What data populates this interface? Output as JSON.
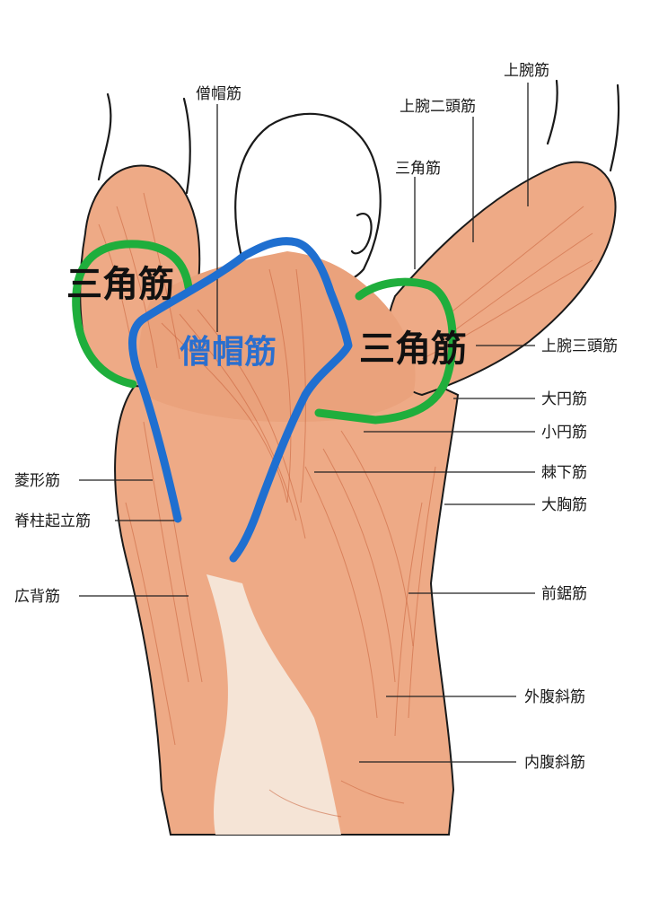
{
  "labels": {
    "jouwankin": "上腕筋",
    "jouwan_nitoukin": "上腕二頭筋",
    "soubouki_top": "僧帽筋",
    "sankakukin_top": "三角筋",
    "jouwan_santoukin": "上腕三頭筋",
    "daienkin": "大円筋",
    "shouenkin": "小円筋",
    "kyokakin": "棘下筋",
    "daikyoukin": "大胸筋",
    "ryoukeikin": "菱形筋",
    "sekichuukiritsukin": "脊柱起立筋",
    "kouhaikin": "広背筋",
    "zenkyokin": "前鋸筋",
    "gaifukushakin": "外腹斜筋",
    "naifukushakin": "内腹斜筋"
  },
  "annotations": {
    "deltoid_left": "三角筋",
    "deltoid_right": "三角筋",
    "trapezius": "僧帽筋"
  },
  "colors": {
    "muscle": "#eeaa86",
    "muscle_dark": "#d9744a",
    "trapezius_outline": "#1f6fd0",
    "deltoid_outline": "#1fae3c",
    "trapezius_text": "#2a6fcf"
  }
}
